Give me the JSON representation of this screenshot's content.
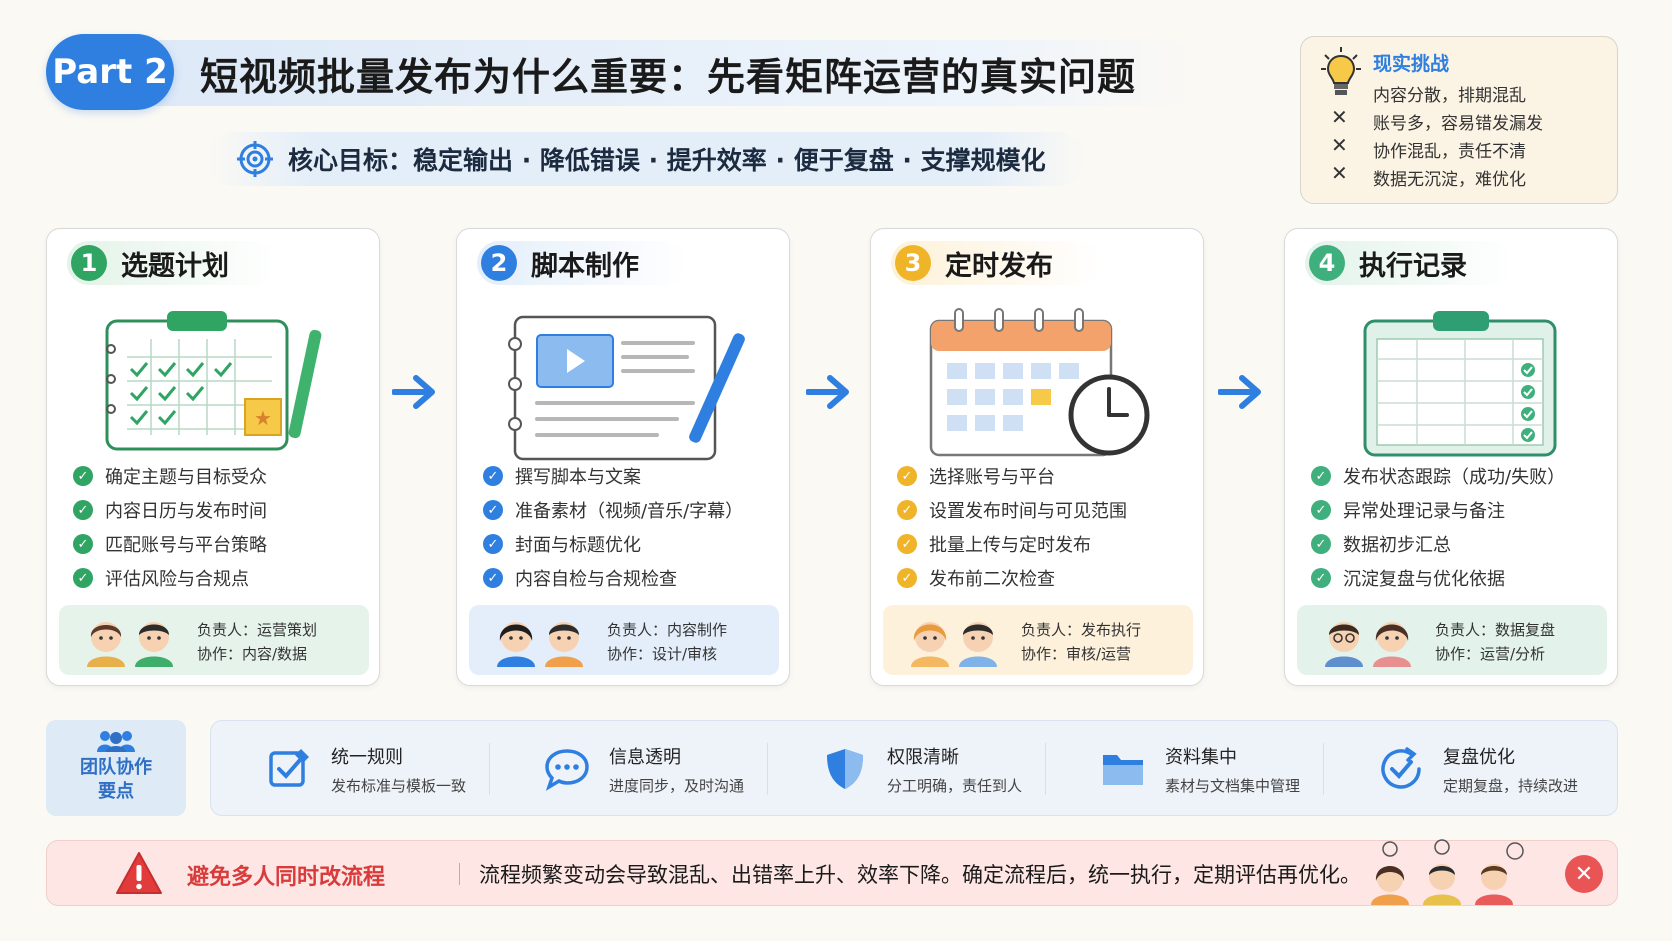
{
  "header": {
    "part_label": "Part 2",
    "title": "短视频批量发布为什么重要：先看矩阵运营的真实问题",
    "goal": "核心目标：稳定输出 · 降低错误 · 提升效率 · 便于复盘 · 支撑规模化"
  },
  "challenge": {
    "title": "现实挑战",
    "items": [
      "内容分散，排期混乱",
      "账号多，容易错发漏发",
      "协作混乱，责任不清",
      "数据无沉淀，难优化"
    ]
  },
  "steps": [
    {
      "num": "1",
      "title": "选题计划",
      "color": "#2fa463",
      "head_bg": "#e2f3e7",
      "checks": [
        "确定主题与目标受众",
        "内容日历与发布时间",
        "匹配账号与平台策略",
        "评估风险与合规点"
      ],
      "owner": "负责人：运营策划",
      "collab": "协作：内容/数据",
      "owner_bg": "#e6f3ea"
    },
    {
      "num": "2",
      "title": "脚本制作",
      "color": "#2f7fe0",
      "head_bg": "#e3eefa",
      "checks": [
        "撰写脚本与文案",
        "准备素材（视频/音乐/字幕）",
        "封面与标题优化",
        "内容自检与合规检查"
      ],
      "owner": "负责人：内容制作",
      "collab": "协作：设计/审核",
      "owner_bg": "#e4eefa"
    },
    {
      "num": "3",
      "title": "定时发布",
      "color": "#f0b429",
      "head_bg": "#fdf1d8",
      "checks": [
        "选择账号与平台",
        "设置发布时间与可见范围",
        "批量上传与定时发布",
        "发布前二次检查"
      ],
      "owner": "负责人：发布执行",
      "collab": "协作：审核/运营",
      "owner_bg": "#fdf1dc"
    },
    {
      "num": "4",
      "title": "执行记录",
      "color": "#3fb07d",
      "head_bg": "#e2f3ea",
      "checks": [
        "发布状态跟踪（成功/失败）",
        "异常处理记录与备注",
        "数据初步汇总",
        "沉淀复盘与优化依据"
      ],
      "owner": "负责人：数据复盘",
      "collab": "协作：运营/分析",
      "owner_bg": "#e3f2ea"
    }
  ],
  "team": {
    "label_line1": "团队协作",
    "label_line2": "要点",
    "items": [
      {
        "title": "统一规则",
        "sub": "发布标准与模板一致"
      },
      {
        "title": "信息透明",
        "sub": "进度同步，及时沟通"
      },
      {
        "title": "权限清晰",
        "sub": "分工明确，责任到人"
      },
      {
        "title": "资料集中",
        "sub": "素材与文档集中管理"
      },
      {
        "title": "复盘优化",
        "sub": "定期复盘，持续改进"
      }
    ]
  },
  "warning": {
    "title": "避免多人同时改流程",
    "text": "流程频繁变动会导致混乱、出错率上升、效率下降。确定流程后，统一执行，定期评估再优化。"
  },
  "colors": {
    "accent": "#2f7fe0",
    "warn": "#d93b3b"
  }
}
